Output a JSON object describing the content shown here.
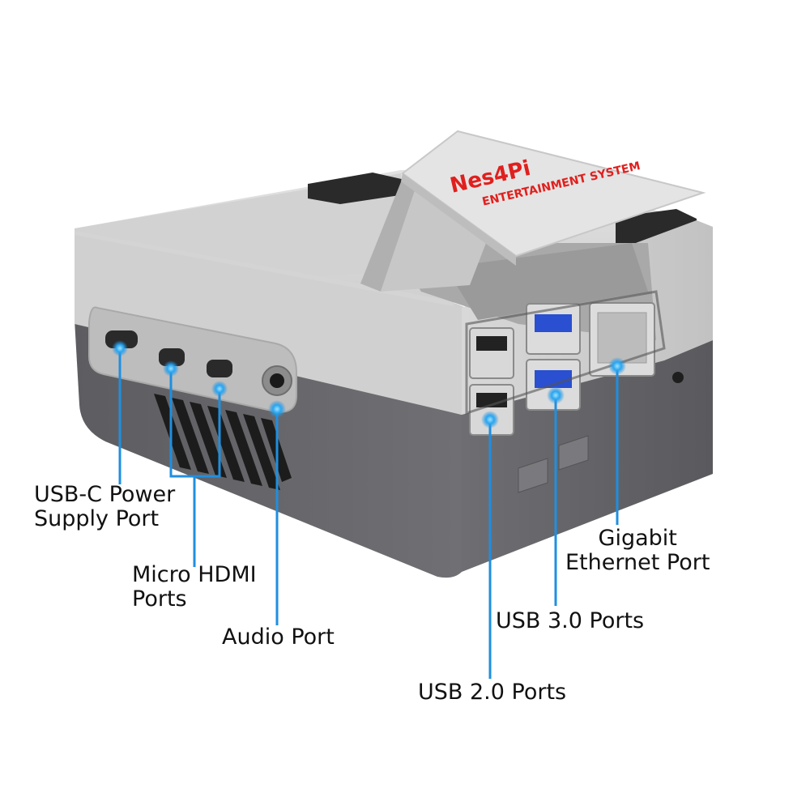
{
  "product": {
    "lid_brand": "Nes4Pi",
    "lid_tagline": "ENTERTAINMENT SYSTEM"
  },
  "callouts": {
    "usb_c": {
      "line1": "USB-C Power",
      "line2": "Supply Port"
    },
    "micro_hdmi": {
      "line1": "Micro HDMI",
      "line2": "Ports"
    },
    "audio": {
      "line1": "Audio Port"
    },
    "usb2": {
      "line1": "USB 2.0 Ports"
    },
    "usb3": {
      "line1": "USB 3.0 Ports"
    },
    "ethernet": {
      "line1": "Gigabit",
      "line2": "Ethernet Port"
    }
  },
  "colors": {
    "case_light_gray": "#d9d9d9",
    "case_dark_gray": "#6b6b6e",
    "accent_blue": "#1f8fe0",
    "lid_red": "#e0201e",
    "port_usb3_blue": "#2a4fd0"
  }
}
